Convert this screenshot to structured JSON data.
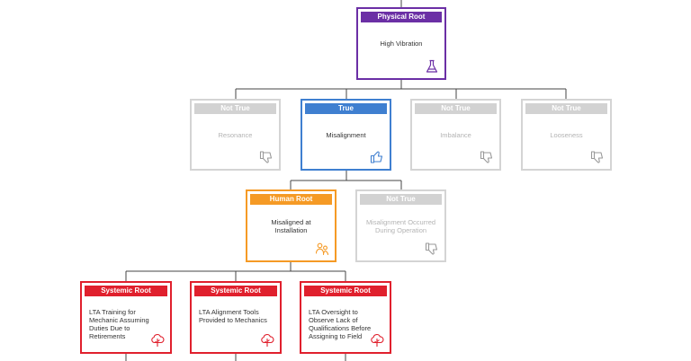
{
  "nodes": {
    "physical_root": {
      "header": "Physical Root",
      "text": "High Vibration"
    },
    "resonance": {
      "header": "Not True",
      "text": "Resonance"
    },
    "misalignment": {
      "header": "True",
      "text": "Misalignment"
    },
    "imbalance": {
      "header": "Not True",
      "text": "Imbalance"
    },
    "looseness": {
      "header": "Not True",
      "text": "Looseness"
    },
    "human_root": {
      "header": "Human Root",
      "text": "Misaligned at Installation"
    },
    "during_operation": {
      "header": "Not True",
      "text": "Misalignment Occurred During Operation"
    },
    "systemic_training": {
      "header": "Systemic Root",
      "text": "LTA Training for Mechanic Assuming Duties Due to Retirements"
    },
    "systemic_tools": {
      "header": "Systemic Root",
      "text": "LTA Alignment Tools Provided to Mechanics"
    },
    "systemic_oversight": {
      "header": "Systemic Root",
      "text": "LTA Oversight to Observe Lack of Qualifications Before Assigning to Field"
    }
  },
  "colors": {
    "physical": "#6b2fa5",
    "true": "#3f7fd0",
    "not_true": "#d2d2d2",
    "human": "#f59a25",
    "systemic": "#e0202d",
    "connector": "#444444"
  },
  "icons": {
    "physical_root": "flask-icon",
    "true": "thumbs-up-icon",
    "not_true": "thumbs-down-icon",
    "human_root": "people-icon",
    "systemic_root": "tree-icon"
  }
}
